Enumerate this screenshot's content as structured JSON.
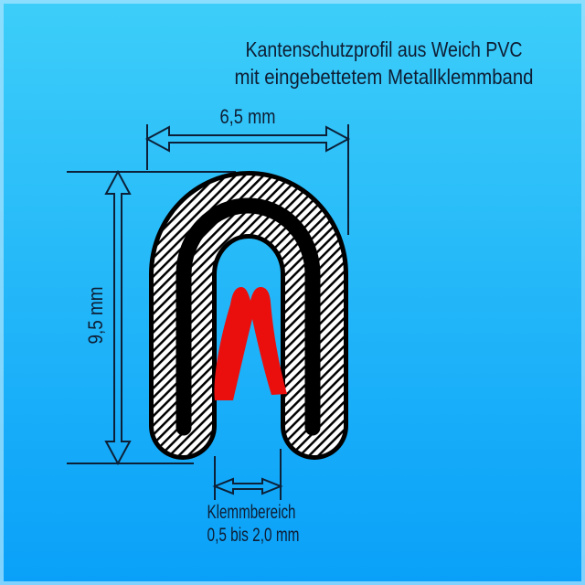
{
  "title": {
    "line1": "Kantenschutzprofil aus Weich PVC",
    "line2": "mit eingebettetem Metallklemmband"
  },
  "dimensions": {
    "width": "6,5 mm",
    "height": "9,5 mm",
    "clamp_title": "Klemmbereich",
    "clamp_range": "0,5 bis 2,0 mm"
  },
  "colors": {
    "bg_top": "#3dcef9",
    "bg_bottom": "#09a0f9",
    "frame": "#a6e3fd",
    "line": "#0c2038",
    "text": "#0e1d33",
    "profile_outline": "#000000",
    "metal_band": "#000000",
    "hatch_bg": "#ffffff",
    "hatch_line": "#000000",
    "lips_red": "#ea0f0d"
  }
}
